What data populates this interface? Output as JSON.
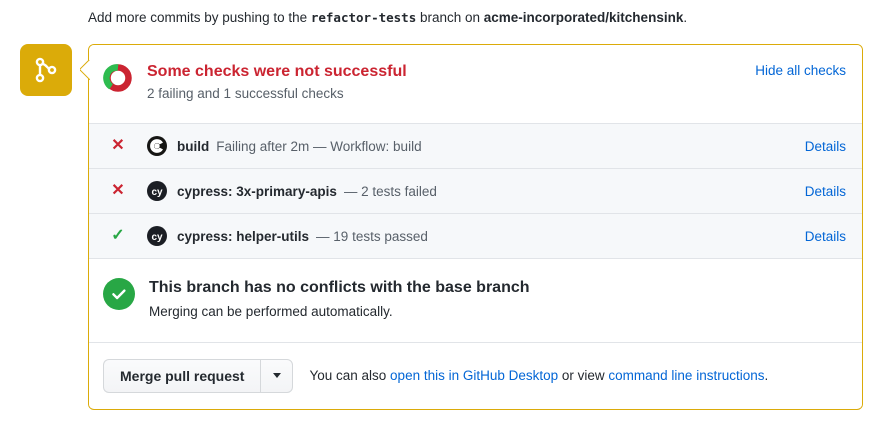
{
  "push_hint": {
    "before_branch": "Add more commits by pushing to the ",
    "branch": "refactor-tests",
    "middle": " branch on ",
    "repo": "acme-incorporated/kitchensink",
    "after": "."
  },
  "branch_badge": {
    "icon": "git-branch-icon"
  },
  "status_header": {
    "icon": "checks-donut-icon",
    "title": "Some checks were not successful",
    "subtitle": "2 failing and 1 successful checks",
    "hide_all_checks_label": "Hide all checks",
    "title_color": "#cb2431",
    "donut_failing_color": "#cb2431",
    "donut_success_color": "#2ebc4f"
  },
  "checks": [
    {
      "state": "failure",
      "state_glyph": "✕",
      "avatar_icon": "circleci-avatar-icon",
      "name": "build",
      "description": "Failing after 2m — Workflow: build",
      "details_label": "Details"
    },
    {
      "state": "failure",
      "state_glyph": "✕",
      "avatar_icon": "cypress-avatar-icon",
      "name": "cypress: 3x-primary-apis",
      "description": "— 2 tests failed",
      "details_label": "Details"
    },
    {
      "state": "success",
      "state_glyph": "✓",
      "avatar_icon": "cypress-avatar-icon",
      "name": "cypress: helper-utils",
      "description": "— 19 tests passed",
      "details_label": "Details"
    }
  ],
  "conflict_section": {
    "icon": "success-check-circle-icon",
    "title": "This branch has no conflicts with the base branch",
    "subtitle": "Merging can be performed automatically.",
    "icon_color": "#28a745"
  },
  "footer": {
    "merge_button_label": "Merge pull request",
    "dropdown_icon": "chevron-down-icon",
    "note_prefix": "You can also ",
    "desktop_link": "open this in GitHub Desktop",
    "note_middle": " or view ",
    "cli_link": "command line instructions",
    "note_suffix": "."
  },
  "theme": {
    "box_border": "#dbab09",
    "badge_background": "#dbab09",
    "link_color": "#0366d6",
    "row_background": "#f6f8fa"
  }
}
